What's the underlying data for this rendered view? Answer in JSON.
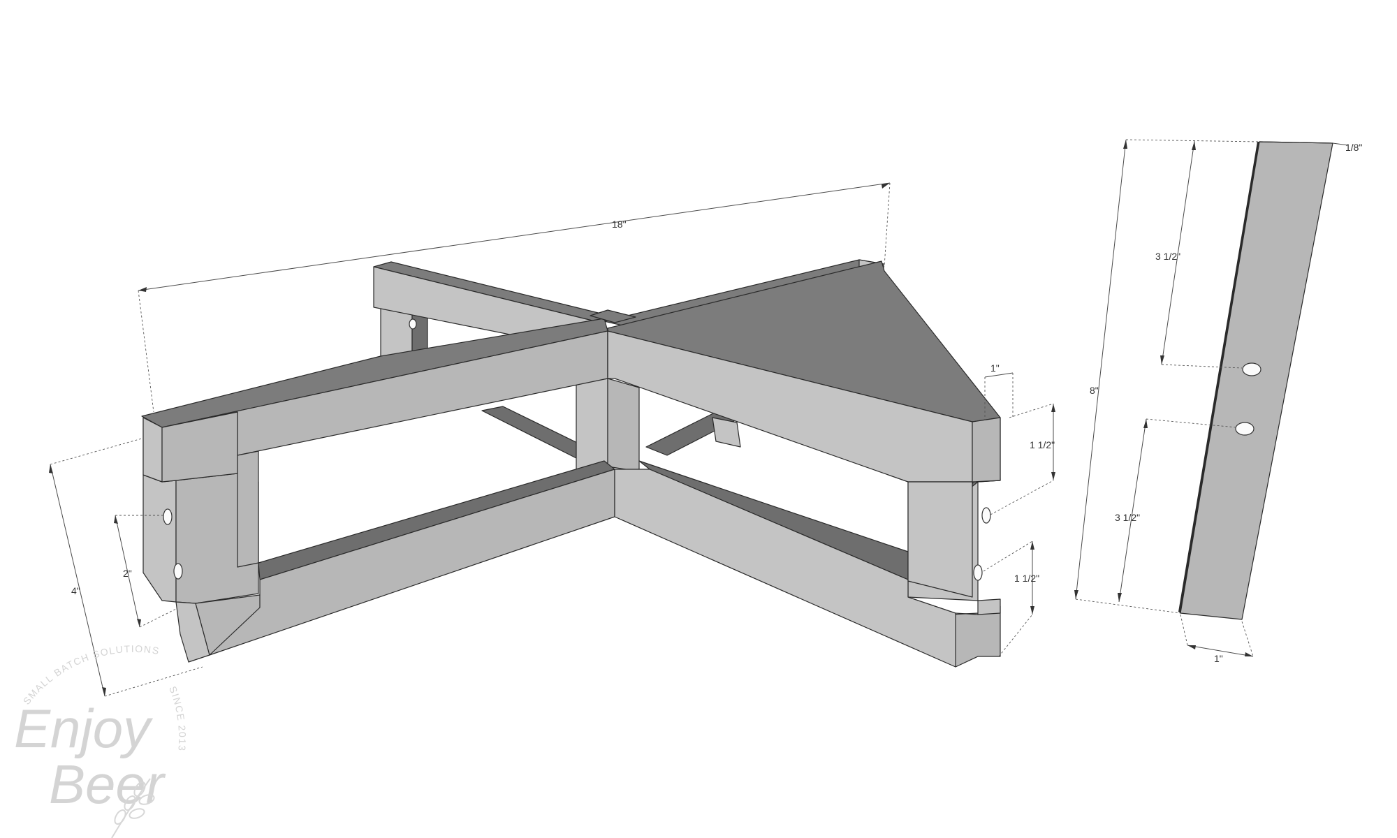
{
  "dimensions": {
    "overall_length": "18\"",
    "leg_height": "4\"",
    "hole_spacing": "2\"",
    "leg_width": "1\"",
    "hole_offset_upper": "1 1/2\"",
    "hole_offset_lower": "1 1/2\"",
    "bar_length": "8\"",
    "bar_thickness": "1/8\"",
    "bar_upper_offset": "3 1/2\"",
    "bar_lower_offset": "3 1/2\"",
    "bar_width": "1\""
  },
  "watermark": {
    "line1": "SMALL BATCH SOLUTIONS",
    "line2": "Enjoy",
    "line3": "Beer",
    "line4": "SINCE 2013"
  },
  "colors": {
    "wood_top": "#7c7c7c",
    "wood_side": "#c4c4c4",
    "wood_front": "#b7b7b7",
    "background": "#ffffff"
  }
}
